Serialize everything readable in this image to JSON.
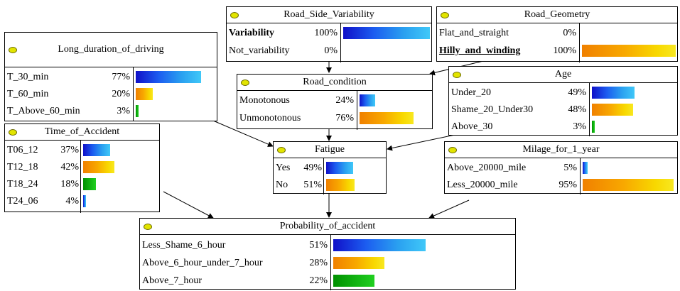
{
  "nodes": {
    "road_side": {
      "title": "Road_Side_Variability",
      "states": [
        {
          "label": "Variability",
          "pct": "100%",
          "value": 100,
          "color": "blue",
          "bold": true
        },
        {
          "label": "Not_variability",
          "pct": "0%",
          "value": 0,
          "color": "orange",
          "bold": false
        }
      ]
    },
    "road_geometry": {
      "title": "Road_Geometry",
      "states": [
        {
          "label": "Flat_and_straight",
          "pct": "0%",
          "value": 0,
          "color": "blue",
          "bold": false
        },
        {
          "label": "Hilly_and_winding",
          "pct": "100%",
          "value": 100,
          "color": "orange",
          "bold": true
        }
      ]
    },
    "long_duration": {
      "title": "Long_duration_of_driving",
      "states": [
        {
          "label": "T_30_min",
          "pct": "77%",
          "value": 77,
          "color": "blue"
        },
        {
          "label": "T_60_min",
          "pct": "20%",
          "value": 20,
          "color": "orange"
        },
        {
          "label": "T_Above_60_min",
          "pct": "3%",
          "value": 3,
          "color": "green"
        }
      ]
    },
    "road_condition": {
      "title": "Road_condition",
      "states": [
        {
          "label": "Monotonous",
          "pct": "24%",
          "value": 24,
          "color": "blue"
        },
        {
          "label": "Unmonotonous",
          "pct": "76%",
          "value": 76,
          "color": "orange"
        }
      ]
    },
    "age": {
      "title": "Age",
      "states": [
        {
          "label": "Under_20",
          "pct": "49%",
          "value": 49,
          "color": "blue"
        },
        {
          "label": "Shame_20_Under30",
          "pct": "48%",
          "value": 48,
          "color": "orange"
        },
        {
          "label": "Above_30",
          "pct": "3%",
          "value": 3,
          "color": "green"
        }
      ]
    },
    "time_of_accident": {
      "title": "Time_of_Accident",
      "states": [
        {
          "label": "T06_12",
          "pct": "37%",
          "value": 37,
          "color": "blue"
        },
        {
          "label": "T12_18",
          "pct": "42%",
          "value": 42,
          "color": "orange"
        },
        {
          "label": "T18_24",
          "pct": "18%",
          "value": 18,
          "color": "green"
        },
        {
          "label": "T24_06",
          "pct": "4%",
          "value": 4,
          "color": "blue"
        }
      ]
    },
    "fatigue": {
      "title": "Fatigue",
      "states": [
        {
          "label": "Yes",
          "pct": "49%",
          "value": 49,
          "color": "blue"
        },
        {
          "label": "No",
          "pct": "51%",
          "value": 51,
          "color": "orange"
        }
      ]
    },
    "milage": {
      "title": "Milage_for_1_year",
      "states": [
        {
          "label": "Above_20000_mile",
          "pct": "5%",
          "value": 5,
          "color": "blue"
        },
        {
          "label": "Less_20000_mile",
          "pct": "95%",
          "value": 95,
          "color": "orange"
        }
      ]
    },
    "probability": {
      "title": "Probability_of_accident",
      "states": [
        {
          "label": "Less_Shame_6_hour",
          "pct": "51%",
          "value": 51,
          "color": "blue"
        },
        {
          "label": "Above_6_hour_under_7_hour",
          "pct": "28%",
          "value": 28,
          "color": "orange"
        },
        {
          "label": "Above_7_hour",
          "pct": "22%",
          "value": 22,
          "color": "green"
        }
      ]
    }
  }
}
